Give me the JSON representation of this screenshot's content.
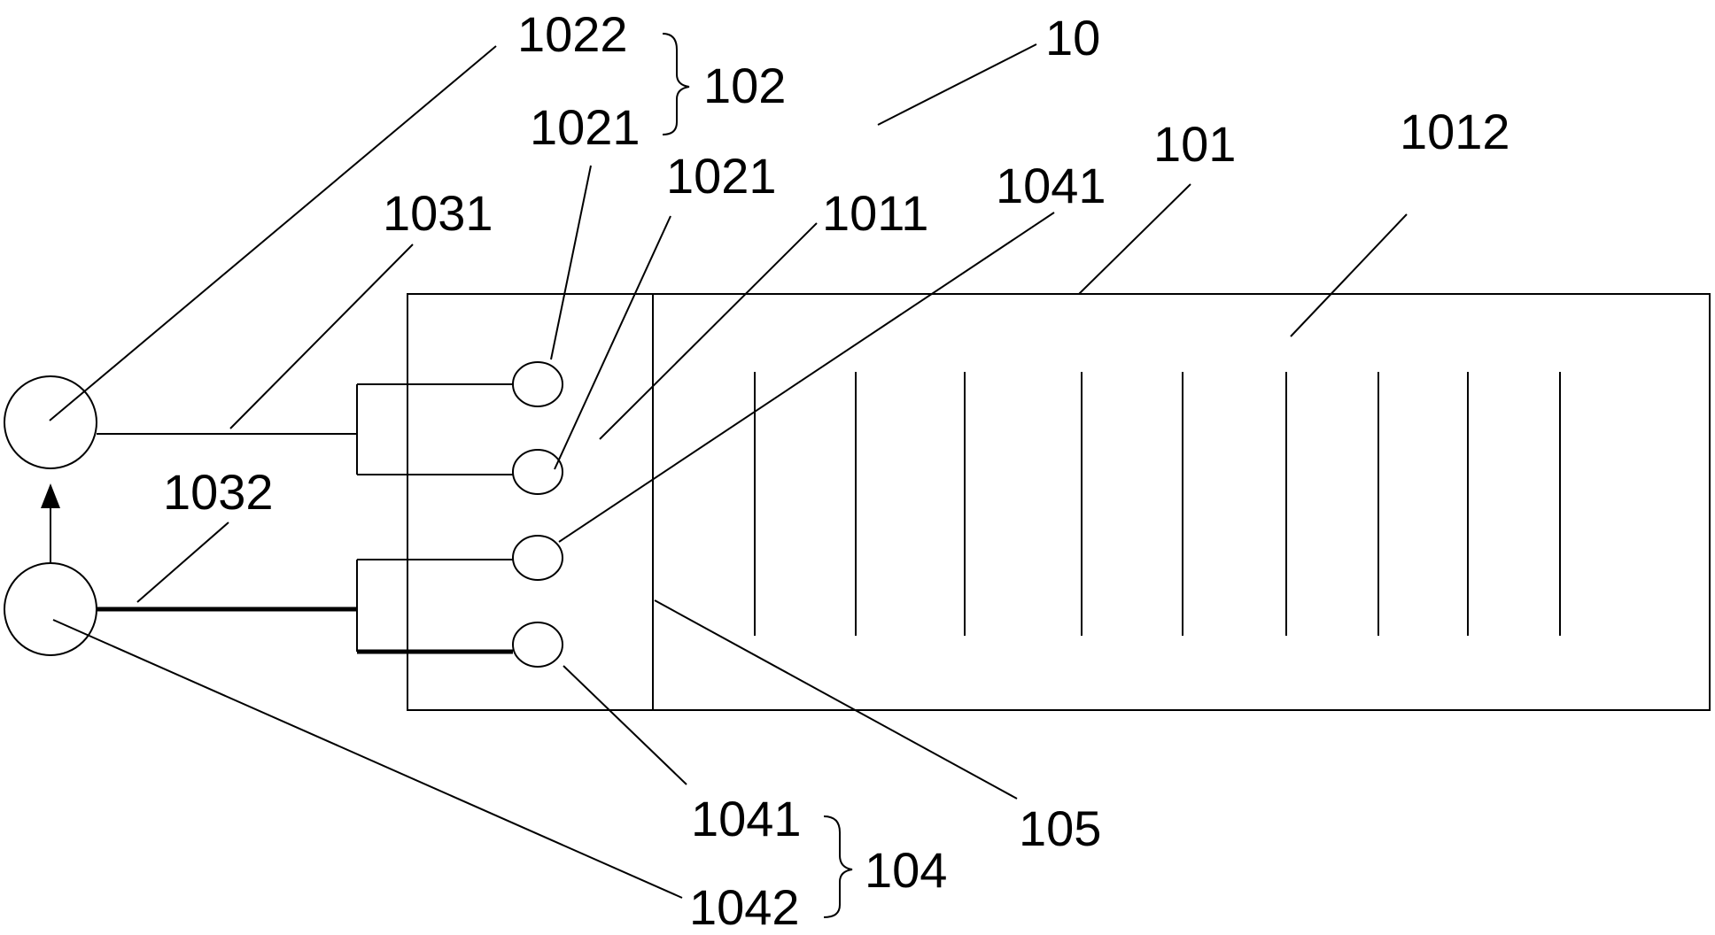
{
  "labels": {
    "l10": "10",
    "l101": "101",
    "l1011": "1011",
    "l1012": "1012",
    "l102": "102",
    "l1021a": "1021",
    "l1021b": "1021",
    "l1022": "1022",
    "l1031": "1031",
    "l1032": "1032",
    "l104": "104",
    "l1041a": "1041",
    "l1041b": "1041",
    "l1042": "1042",
    "l105": "105"
  }
}
